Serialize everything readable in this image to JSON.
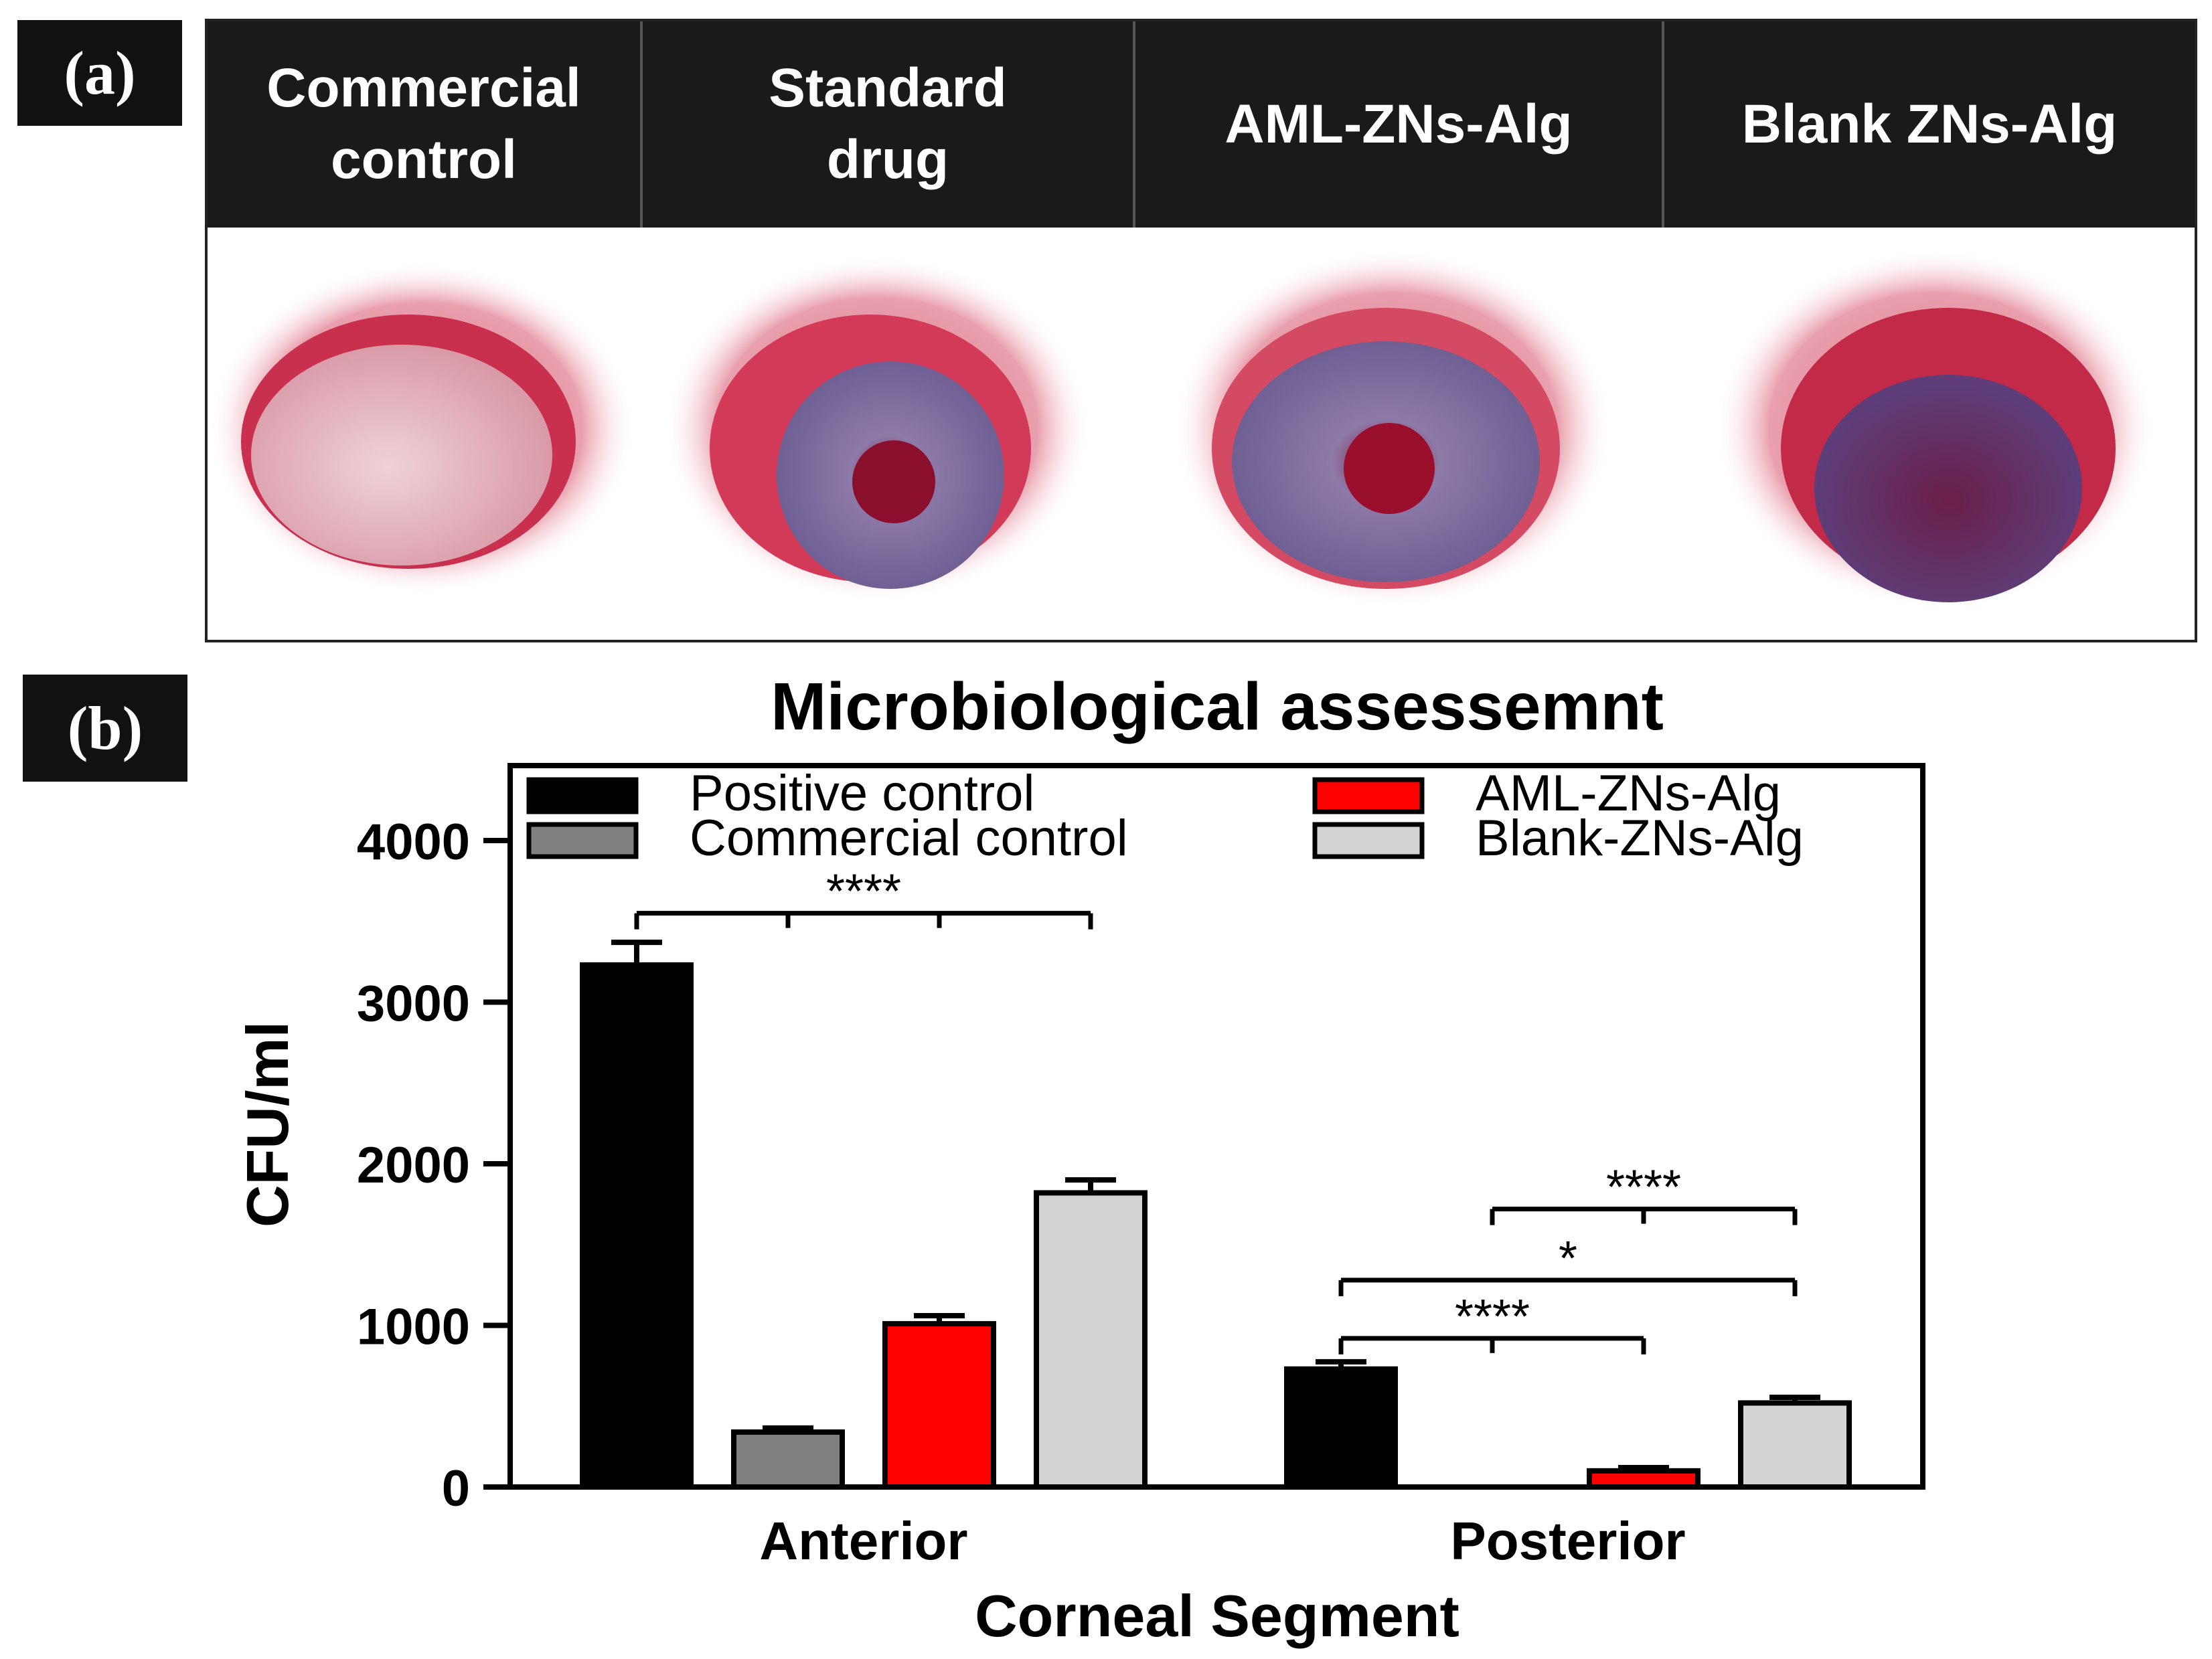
{
  "panel_a": {
    "label": "(a)",
    "columns": [
      "Commercial\ncontrol",
      "Standard\ndrug",
      "AML-ZNs-Alg",
      "Blank ZNs-Alg"
    ]
  },
  "panel_b": {
    "label": "(b)"
  },
  "chart_data": {
    "type": "bar",
    "title": "Microbiological assessemnt",
    "xlabel": "Corneal Segment",
    "ylabel": "CFU/ml",
    "categories": [
      "Anterior",
      "Posterior"
    ],
    "ylim": [
      0,
      4400
    ],
    "yticks": [
      0,
      1000,
      2000,
      3000,
      4000
    ],
    "legend_position": "top",
    "series": [
      {
        "name": "Positive control",
        "color": "#000000",
        "values": [
          3230,
          730
        ],
        "errors": [
          140,
          45
        ]
      },
      {
        "name": "Commercial control",
        "color": "#808080",
        "values": [
          340,
          null
        ],
        "errors": [
          25,
          null
        ]
      },
      {
        "name": "AML-ZNs-Alg",
        "color": "#ff0000",
        "values": [
          1010,
          100
        ],
        "errors": [
          50,
          20
        ]
      },
      {
        "name": "Blank-ZNs-Alg",
        "color": "#d3d3d3",
        "values": [
          1820,
          520
        ],
        "errors": [
          80,
          35
        ]
      }
    ],
    "significance": [
      {
        "group": "Anterior",
        "from_series": 0,
        "to_series": 3,
        "label": "****",
        "level": 3550,
        "ticks": [
          1,
          2
        ]
      },
      {
        "group": "Posterior",
        "from_series": 0,
        "to_series": 2,
        "label": "****",
        "level": 920,
        "ticks": [
          1
        ]
      },
      {
        "group": "Posterior",
        "from_series": 0,
        "to_series": 3,
        "label": "*",
        "level": 1280,
        "ticks": []
      },
      {
        "group": "Posterior",
        "from_series": 1,
        "to_series": 3,
        "label": "****",
        "level": 1720,
        "ticks": [
          2
        ]
      }
    ]
  }
}
